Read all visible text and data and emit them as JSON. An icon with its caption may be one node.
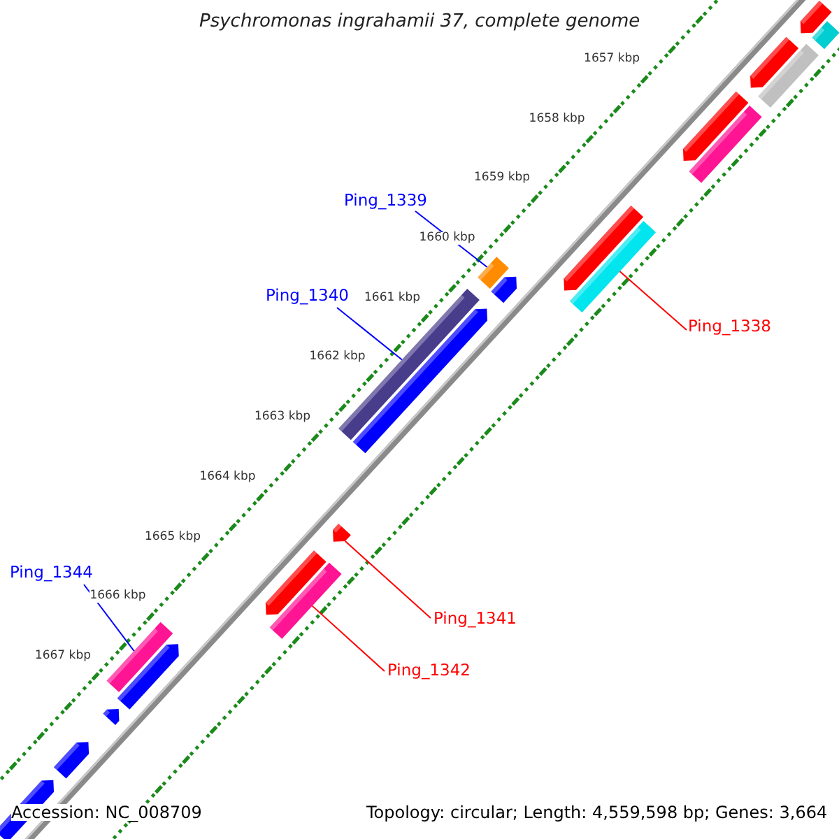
{
  "diagram": {
    "title": "Psychromonas ingrahamii 37, complete genome",
    "nodes": [
      {
        "text": [
          "Ping_1339"
        ]
      },
      {
        "text": [],
        "shape": "bar"
      },
      {
        "text": [
          "Ping_1340"
        ]
      },
      {
        "text": [],
        "shape": "bar"
      },
      {
        "text": [
          "Ping_1338"
        ]
      },
      {
        "text": [],
        "shape": "bar"
      },
      {
        "text": [
          "Ping_1341"
        ]
      },
      {
        "text": [],
        "shape": "bar"
      },
      {
        "text": [
          "Ping_1342"
        ]
      },
      {
        "text": [],
        "shape": "bar"
      },
      {
        "text": [
          "Ping_1344"
        ]
      },
      {
        "text": [],
        "shape": "bar"
      },
      {
        "text": [],
        "shape": "bar"
      },
      {
        "text": [],
        "shape": "bar"
      },
      {
        "text": [],
        "shape": "bar"
      },
      {
        "text": [],
        "shape": "bar"
      },
      {
        "text": [],
        "shape": "bar"
      },
      {
        "text": [],
        "shape": "bar"
      },
      {
        "text": [],
        "shape": "bar"
      },
      {
        "text": [],
        "shape": "bar"
      },
      {
        "text": [],
        "shape": "bar"
      },
      {
        "text": [],
        "shape": "bar"
      },
      {
        "text": [],
        "shape": "bar"
      },
      {
        "text": [],
        "shape": "bar"
      },
      {
        "text": [],
        "shape": "bar"
      },
      {
        "text": [],
        "shape": "bar"
      }
    ],
    "edges": [
      {
        "from": 0,
        "to": 1,
        "arrow": "none",
        "color": "#0000ff"
      },
      {
        "from": 2,
        "to": 3,
        "arrow": "none",
        "color": "#0000ff"
      },
      {
        "from": 4,
        "to": 5,
        "arrow": "none",
        "color": "#ff0000"
      },
      {
        "from": 6,
        "to": 7,
        "arrow": "none",
        "color": "#ff0000"
      },
      {
        "from": 8,
        "to": 9,
        "arrow": "none",
        "color": "#ff0000"
      },
      {
        "from": 10,
        "to": 11,
        "arrow": "none",
        "color": "#0000ff"
      }
    ],
    "labels": [
      "1657 kbp",
      "1658 kbp",
      "1659 kbp",
      "1660 kbp",
      "1661 kbp",
      "1662 kbp",
      "1663 kbp",
      "1664 kbp",
      "1665 kbp",
      "1666 kbp",
      "1667 kbp",
      "Accession: NC_008709",
      "Topology: circular; Length: 4,559,598 bp; Genes: 3,664"
    ]
  }
}
